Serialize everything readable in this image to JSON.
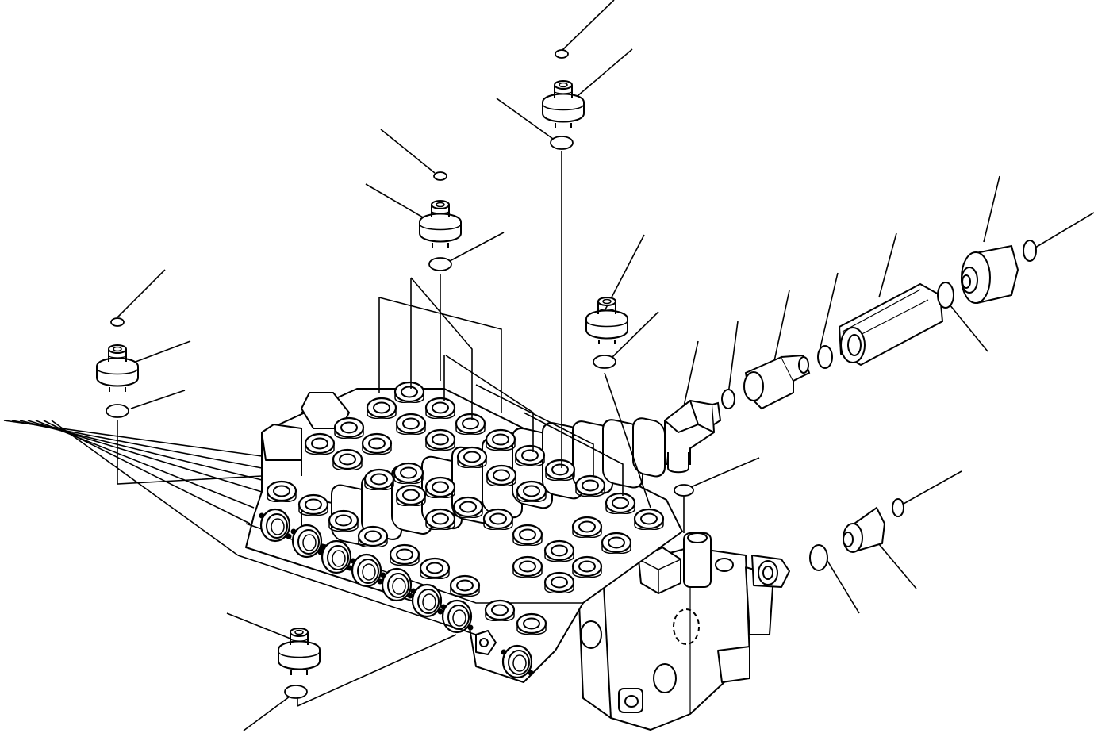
{
  "diagram": {
    "kind": "exploded-parts-illustration",
    "line_color": "#000000",
    "background": "#ffffff",
    "parts": [
      {
        "name": "valve-body"
      },
      {
        "name": "port-plug"
      },
      {
        "name": "o-ring"
      },
      {
        "name": "elbow-fitting"
      },
      {
        "name": "adapter-fitting"
      },
      {
        "name": "hex-body"
      },
      {
        "name": "end-cap"
      },
      {
        "name": "relief-cartridge"
      }
    ],
    "printed_text": []
  }
}
